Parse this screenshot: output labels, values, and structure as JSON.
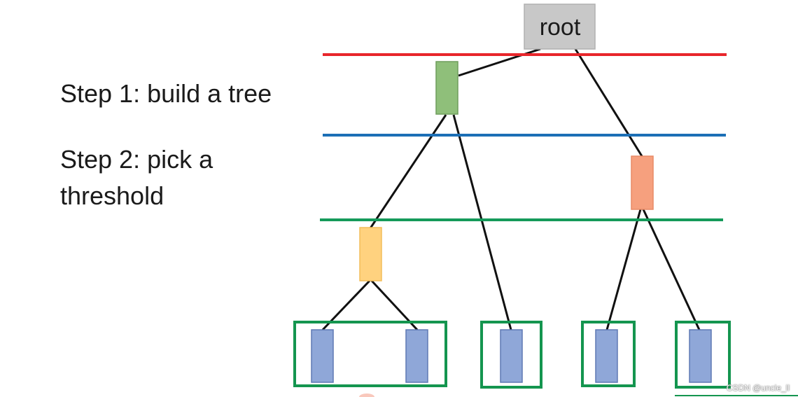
{
  "steps": {
    "step1": "Step 1: build a tree",
    "step2_line1": "Step 2: pick a",
    "step2_line2": "threshold"
  },
  "diagram": {
    "root_label": "root",
    "colors": {
      "cut_red": "#e8262b",
      "cut_blue": "#1c6fb6",
      "cut_green": "#159a5a",
      "node_green": "#8fbf7a",
      "node_orange": "#f6a07e",
      "node_yellow": "#ffd27f",
      "leaf_blue": "#8fa7d8",
      "root_gray": "#c8c8c8",
      "cluster_box": "#14954f"
    }
  },
  "watermark": "CSDN @uncle_ll"
}
